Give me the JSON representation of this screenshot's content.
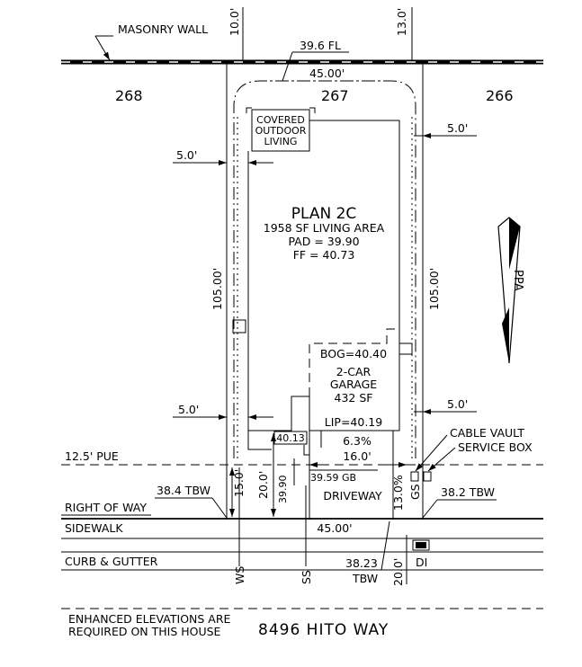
{
  "labels": {
    "masonry_wall": "MASONRY WALL",
    "dim_10": "10.0'",
    "dim_13": "13.0'",
    "fl": "39.6 FL",
    "width_top": "45.00'",
    "lot_left": "268",
    "lot_center": "267",
    "lot_right": "266",
    "covered_1": "COVERED",
    "covered_2": "OUTDOOR",
    "covered_3": "LIVING",
    "setback_right_top": "5.0'",
    "setback_left_top": "5.0'",
    "plan_name": "PLAN 2C",
    "living_area": "1958 SF LIVING AREA",
    "pad": "PAD = 39.90",
    "ff": "FF = 40.73",
    "depth_left": "105.00'",
    "depth_right": "105.00'",
    "bog": "BOG=40.40",
    "garage_1": "2-CAR",
    "garage_2": "GARAGE",
    "garage_3": "432 SF",
    "setback_left_bottom": "5.0'",
    "setback_right_bottom": "5.0'",
    "lip": "LIP=40.19",
    "cable_vault": "CABLE VAULT",
    "service_box": "SERVICE BOX",
    "pue": "12.5' PUE",
    "elev_4013": "40.13",
    "slope": "6.3%",
    "width_driveway": "16.0'",
    "gb": "39.59 GB",
    "elev_3990": "39.90",
    "dim_15": "15.0'",
    "dim_20": "20.0'",
    "driveway": "DRIVEWAY",
    "slope_13": "13.0%",
    "gs": "GS",
    "tbw_left": "38.4 TBW",
    "tbw_right": "38.2 TBW",
    "right_of_way": "RIGHT OF WAY",
    "sidewalk": "SIDEWALK",
    "width_bottom": "45.00'",
    "curb_gutter": "CURB & GUTTER",
    "ws": "WS",
    "ss": "SS",
    "tbw_bottom_1": "38.23",
    "tbw_bottom_2": "TBW",
    "dim_20_bottom": "20.0'",
    "di": "DI",
    "enhanced_1": "ENHANCED ELEVATIONS ARE",
    "enhanced_2": "REQUIRED ON THIS HOUSE",
    "address": "8496 HITO WAY"
  },
  "north_arrow": {
    "icon": "north-arrow-icon",
    "lettering": "PPA"
  }
}
